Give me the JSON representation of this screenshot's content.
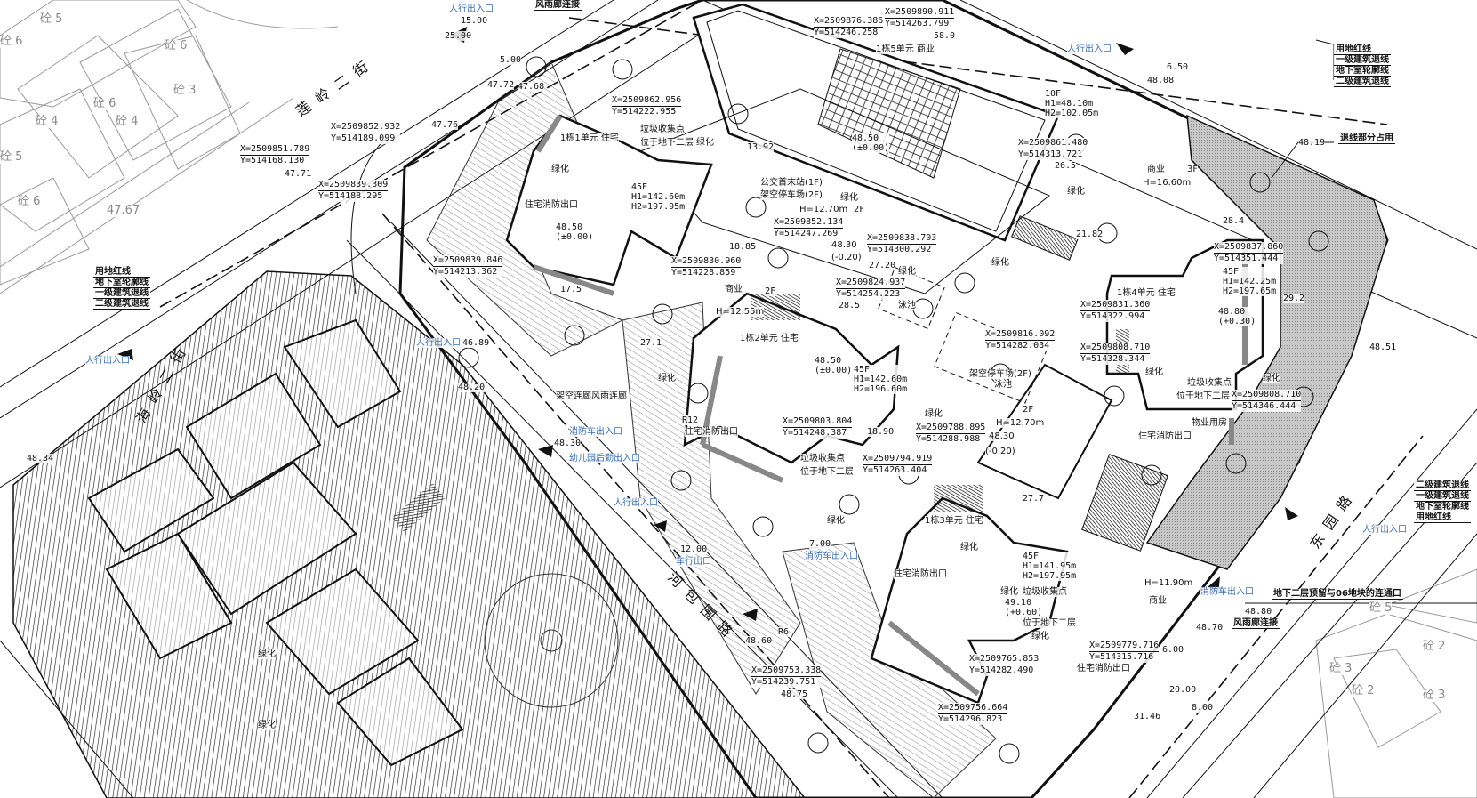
{
  "roads": {
    "north_road": "莲岭二街",
    "west_road": "海岭二街",
    "south_road": "河包围路",
    "east_road": "东园路"
  },
  "legend_top": [
    "用地红线",
    "一级建筑退线",
    "地下室轮廓线",
    "二级建筑退线"
  ],
  "legend_bottom": [
    "二级建筑退线",
    "一级建筑退线",
    "地下室轮廓线",
    "用地红线"
  ],
  "legend_left": [
    "用地红线",
    "地下室轮廓线",
    "一级建筑退线",
    "二级建筑退线"
  ],
  "notes": {
    "setback_occupied": "退线部分占用",
    "basement_link": "地下二层预留与06地块的连通口",
    "sunken_entry_top": "风雨廊连接",
    "sunken_entry_right": "风雨廊连接"
  },
  "coordinates": [
    {
      "x": "X=2509876.386",
      "y": "Y=514246.258"
    },
    {
      "x": "X=2509890.911",
      "y": "Y=514263.799"
    },
    {
      "x": "X=2509861.480",
      "y": "Y=514313.721"
    },
    {
      "x": "X=2509862.956",
      "y": "Y=514222.955"
    },
    {
      "x": "X=2509852.932",
      "y": "Y=514189.099"
    },
    {
      "x": "X=2509851.789",
      "y": "Y=514168.130"
    },
    {
      "x": "X=2509839.309",
      "y": "Y=514188.295"
    },
    {
      "x": "X=2509852.134",
      "y": "Y=514247.269"
    },
    {
      "x": "X=2509838.703",
      "y": "Y=514300.292"
    },
    {
      "x": "X=2509839.846",
      "y": "Y=514213.362"
    },
    {
      "x": "X=2509830.960",
      "y": "Y=514228.859"
    },
    {
      "x": "X=2509824.937",
      "y": "Y=514254.223"
    },
    {
      "x": "X=2509837.860",
      "y": "Y=514351.444"
    },
    {
      "x": "X=2509831.360",
      "y": "Y=514322.994"
    },
    {
      "x": "X=2509816.092",
      "y": "Y=514282.034"
    },
    {
      "x": "X=2509808.710",
      "y": "Y=514328.344"
    },
    {
      "x": "X=2509808.710",
      "y": "Y=514346.444"
    },
    {
      "x": "X=2509803.804",
      "y": "Y=514248.387"
    },
    {
      "x": "X=2509788.895",
      "y": "Y=514288.988"
    },
    {
      "x": "X=2509794.919",
      "y": "Y=514263.404"
    },
    {
      "x": "X=2509765.853",
      "y": "Y=514282.490"
    },
    {
      "x": "X=2509756.664",
      "y": "Y=514296.823"
    },
    {
      "x": "X=2509753.338",
      "y": "Y=514239.751"
    },
    {
      "x": "X=2509779.716",
      "y": "Y=514315.716"
    }
  ],
  "buildings": [
    {
      "name": "1栋5单元 商业",
      "floors": "10F",
      "h1": "H1=48.10m",
      "h2": "H2=102.05m",
      "elev": "48.50",
      "rel": "(±0.00)"
    },
    {
      "name": "1栋1单元 住宅",
      "floors": "45F",
      "h1": "H1=142.60m",
      "h2": "H2=197.95m",
      "elev": "48.50",
      "rel": "(±0.00)"
    },
    {
      "name": "1栋2单元 住宅",
      "floors": "45F",
      "h1": "H1=142.60m",
      "h2": "H2=196.60m",
      "elev": "48.50",
      "rel": "(±0.00)"
    },
    {
      "name": "1栋3单元 住宅",
      "floors": "45F",
      "h1": "H1=141.95m",
      "h2": "H2=197.95m",
      "elev": "49.10",
      "rel": "(+0.60)"
    },
    {
      "name": "1栋4单元 住宅",
      "floors": "45F",
      "h1": "H1=142.25m",
      "h2": "H2=197.65m",
      "elev": "48.80",
      "rel": "(+0.30)"
    }
  ],
  "podiums": {
    "bus_terminal": "公交首末站(1F)",
    "parking_2f": "架空停车场(2F)",
    "bus_floors": "2F",
    "bus_height": "H=12.70m",
    "bus_elev": "48.30",
    "bus_rel": "(-0.20)",
    "commercial_north": "商业",
    "commercial_north_floors": "3F",
    "commercial_north_height": "H=16.60m",
    "commercial_mid": "商业",
    "commercial_mid_floors": "2F",
    "commercial_mid_height": "H=12.55m",
    "commercial_south": "商业",
    "commercial_south_height": "H=11.90m",
    "parking_east": "架空停车场(2F)",
    "parking_east_floors": "2F",
    "parking_east_height": "H=12.70m",
    "parking_east_elev": "48.30",
    "parking_east_rel": "(-0.20)",
    "property_room": "物业用房",
    "pool": "泳池",
    "greenery": "绿化",
    "garbage": "垃圾收集点",
    "garbage_level": "位于地下二层",
    "fire_entry": "住宅消防出口",
    "corridor": "架空连廊风雨连廊"
  },
  "entrances": {
    "pedestrian": "人行出入口",
    "fire": "消防车出入口",
    "vehicle_exit": "车行出口",
    "kindergarten": "幼儿园后勤出入口"
  },
  "dimensions": [
    "15.00",
    "25.00",
    "5.00",
    "47.72",
    "47.76",
    "47.71",
    "6.50",
    "48.08",
    "48.19",
    "28.4",
    "26.5",
    "21.82",
    "13.92",
    "18.85",
    "27.20",
    "28.5",
    "17.5",
    "27.7",
    "18.90",
    "7.00",
    "29.2",
    "48.51",
    "48.80",
    "48.60",
    "48.70",
    "6.00",
    "20.00",
    "8.00",
    "31.46",
    "48.30",
    "46.89",
    "48.20",
    "48.34",
    "47.68",
    "58.0",
    "12.00",
    "48.75",
    "27.1",
    "R12",
    "R6"
  ],
  "neighbors": [
    "砼 5",
    "砼 6",
    "砼 3",
    "砼 6",
    "砼 4",
    "砼 6",
    "砼 4",
    "砼 5",
    "砼 6",
    "47.67",
    "砼 5",
    "砼 2",
    "砼 3",
    "砼 2",
    "砼 3"
  ]
}
